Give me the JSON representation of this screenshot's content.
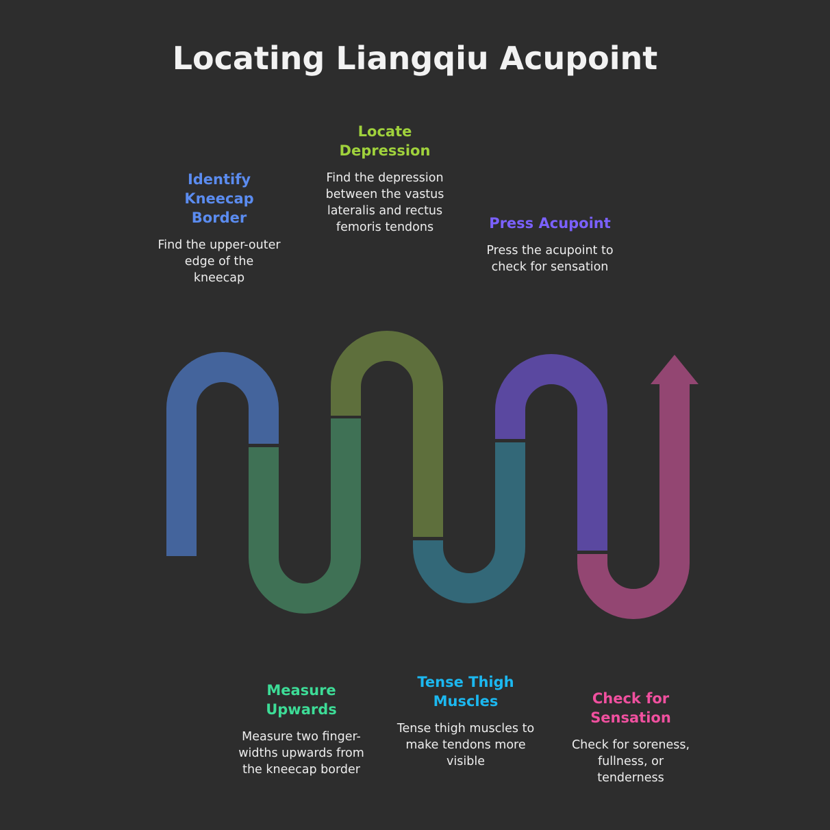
{
  "title": "Locating Liangqiu Acupoint",
  "steps": [
    {
      "title": "Identify Kneecap Border",
      "desc": "Find the upper-outer edge of the kneecap",
      "color": "#5b8cf0",
      "band": "#44649c"
    },
    {
      "title": "Measure Upwards",
      "desc": "Measure two finger-widths upwards from the kneecap border",
      "color": "#3ddc97",
      "band": "#3f7155"
    },
    {
      "title": "Locate Depression",
      "desc": "Find the depression between the vastus lateralis and rectus femoris tendons",
      "color": "#a0d23c",
      "band": "#5e6f3c"
    },
    {
      "title": "Tense Thigh Muscles",
      "desc": "Tense thigh muscles to make tendons more visible",
      "color": "#1cb8f0",
      "band": "#336878"
    },
    {
      "title": "Press Acupoint",
      "desc": "Press the acupoint to check for sensation",
      "color": "#7b61ff",
      "band": "#5a48a0"
    },
    {
      "title": "Check for Sensation",
      "desc": "Check for soreness, fullness, or tenderness",
      "color": "#f0509f",
      "band": "#934672"
    }
  ]
}
